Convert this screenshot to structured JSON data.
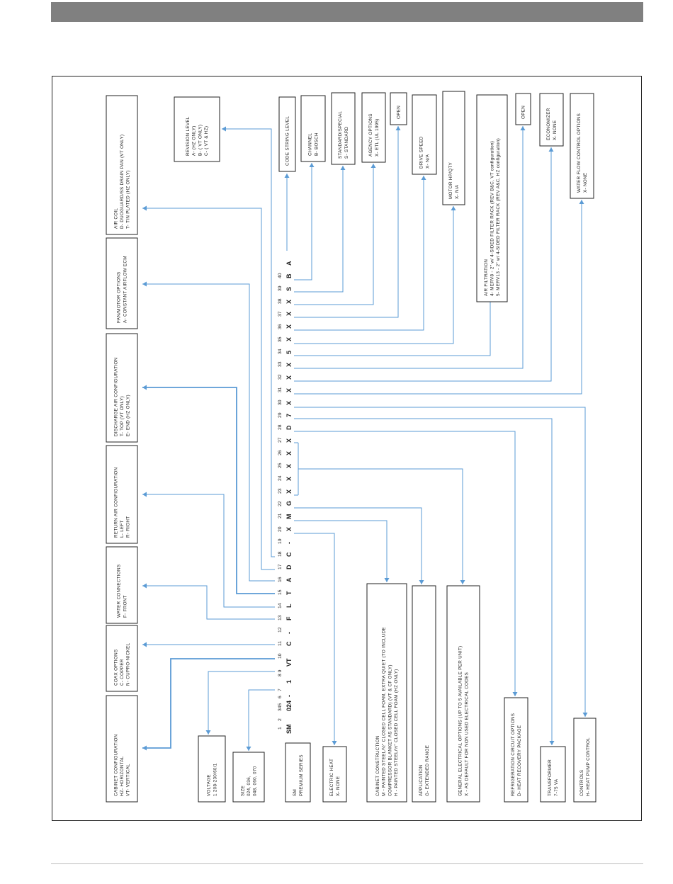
{
  "code": {
    "positions": [
      "1",
      "2",
      "345",
      "6",
      "7",
      "8 9",
      "10",
      "11",
      "12",
      "13",
      "14",
      "15",
      "16",
      "17",
      "18",
      "19",
      "20",
      "21",
      "22",
      "23",
      "24",
      "25",
      "26",
      "27",
      "28",
      "29",
      "30",
      "31",
      "32",
      "33",
      "34",
      "35",
      "36",
      "37",
      "38",
      "39",
      "40"
    ],
    "chars": [
      "SM",
      "024",
      "-",
      "1",
      "VT",
      "C",
      "-",
      "F",
      "L",
      "T",
      "A",
      "D",
      "C",
      "-",
      "X",
      "M",
      "G",
      "X",
      "X",
      "X",
      "X",
      "X",
      "D",
      "7",
      "X",
      "X",
      "X",
      "X",
      "5",
      "X",
      "X",
      "X",
      "X",
      "S",
      "B",
      "A"
    ]
  },
  "boxes": {
    "cabinet_configuration": [
      "CABINET CONFIGURATION",
      "HZ- HORIZONTAL",
      "VT- VERTICAL"
    ],
    "coax_options": [
      "COAX OPTIONS",
      "C- COPPER",
      "N- CUPRO-NICKEL"
    ],
    "water_connections": [
      "WATER CONNECTIONS",
      "F- FRONT"
    ],
    "return_air_configuration": [
      "RETURN AIR CONFIGURATION",
      "L- LEFT",
      "R- RIGHT"
    ],
    "discharge_air_configuration": [
      "DISCHARGE AIR CONFIGURATION",
      "T- TOP (VT ONLY)",
      "E- END (HZ ONLY)"
    ],
    "fan_motor_options": [
      "FAN/MOTOR OPTIONS",
      "A- CONSTANT AIRFLOW ECM"
    ],
    "air_coil": [
      "AIR COIL",
      "D- DUOGUARD/SS DRAIN PAN (VT ONLY)",
      "T- TIN PLATED (HZ ONLY)"
    ],
    "revision_level": [
      "REVISION LEVEL",
      "A- (HZ ONLY)",
      "B- ( VT ONLY)",
      "C- ( VT & HZ)"
    ],
    "code_string_level": [
      "CODE STRING LEVEL"
    ],
    "channel": [
      "CHANNEL",
      "B- BOSCH"
    ],
    "standard_special": [
      "STANDARD/SPECIAL",
      "S- STANDARD"
    ],
    "agency_options": [
      "AGENCY OPTIONS",
      "X- ETL (UL 1995)"
    ],
    "open_1": [
      "OPEN"
    ],
    "drive_speed": [
      "DRIVE SPEED",
      "X- N/A"
    ],
    "motor_hp_qty": [
      "MOTOR HP/QTY",
      "X- N/A"
    ],
    "air_filtration": [
      "AIR FILTRATION",
      "4- MERV8 - 2\" w/ 4-SIDED FILTER RACK (REV B&C, VT configuration)",
      "5- MERV13 - 2\" w/ 4-SIDED FILTER RACK (REV A&C, HZ configuration)"
    ],
    "open_2": [
      "OPEN"
    ],
    "economizer": [
      "ECONOMIZER",
      "X- NONE"
    ],
    "water_flow_control_options": [
      "WATER FLOW CONTROL OPTIONS",
      "X- NONE"
    ],
    "voltage": [
      "VOLTAGE",
      "1  208-230/60/1"
    ],
    "size": [
      "SIZE",
      "024, 036,",
      "048, 060, 070"
    ],
    "series": [
      "SM",
      "PREMIUM SERIES"
    ],
    "electric_heat": [
      "ELECTRIC HEAT",
      "X- NONE"
    ],
    "cabinet_construction": [
      "CABINET CONSTRUCTION",
      "M - PAINTED STEEL/½\" CLOSED CELL FOAM, EXTRA QUIET (TO INCLUDE",
      "COMPRESSOR BLANKET AS STANDARD) (VT & CF ONLY)",
      "H - PAINTED STEEL/½\" CLOSED CELL FOAM (HZ ONLY)"
    ],
    "application": [
      "APPLICATION",
      "G- EXTENDED RANGE"
    ],
    "general_electrical_options": [
      "GENERAL ELECTRICAL OPTIONS (UP TO 5 AVAILABLE PER UNIT)",
      "X - AS DEFAULT FOR NON USED ELECTRICAL CODES"
    ],
    "refrigeration_circuit_options": [
      "REFRIGERATION CIRCUIT OPTIONS",
      "D- HEAT RECOVERY PACKAGE"
    ],
    "transformer": [
      "TRANSFORMER",
      "7-75 VA"
    ],
    "controls": [
      "CONTROLS",
      "H- HEAT PUMP CONTROL"
    ]
  },
  "colors": {
    "connector": "#5b9bd5",
    "header_bar": "#808080"
  }
}
